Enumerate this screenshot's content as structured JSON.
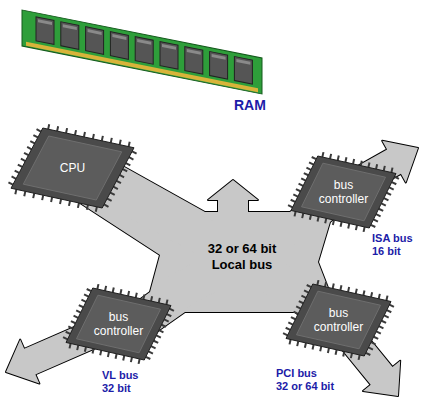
{
  "diagram": {
    "nodes": [
      {
        "text": [
          "CPU"
        ]
      },
      {
        "text": [
          "bus controller"
        ]
      },
      {
        "text": [
          "32 or 64 bit Local bus"
        ]
      },
      {
        "text": [
          "bus controller"
        ]
      },
      {
        "text": [
          "bus controller"
        ]
      }
    ],
    "edges": [
      {
        "from": 0,
        "to": 2,
        "arrow": "none"
      },
      {
        "from": 2,
        "to": 1,
        "arrow": "none"
      },
      {
        "from": 2,
        "to": 3,
        "arrow": "none"
      },
      {
        "from": 2,
        "to": 4,
        "arrow": "none"
      }
    ],
    "labels": [
      "RAM",
      "ISA bus",
      "16 bit",
      "VL bus",
      "32 bit",
      "PCI bus",
      "32 or 64 bit"
    ]
  }
}
